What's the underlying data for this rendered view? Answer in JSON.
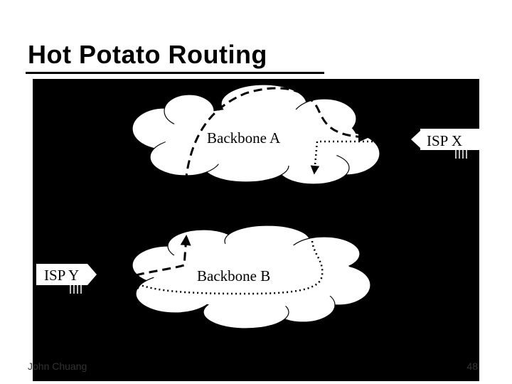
{
  "slide": {
    "title": "Hot Potato Routing",
    "footer_author": "John Chuang",
    "page_number": "48"
  },
  "diagram": {
    "backbone_a_label": "Backbone A",
    "backbone_b_label": "Backbone B",
    "isp_x_label": "ISP X",
    "isp_y_label": "ISP Y"
  },
  "colors": {
    "background": "#000000",
    "cloud": "#ffffff",
    "stroke": "#000000"
  }
}
